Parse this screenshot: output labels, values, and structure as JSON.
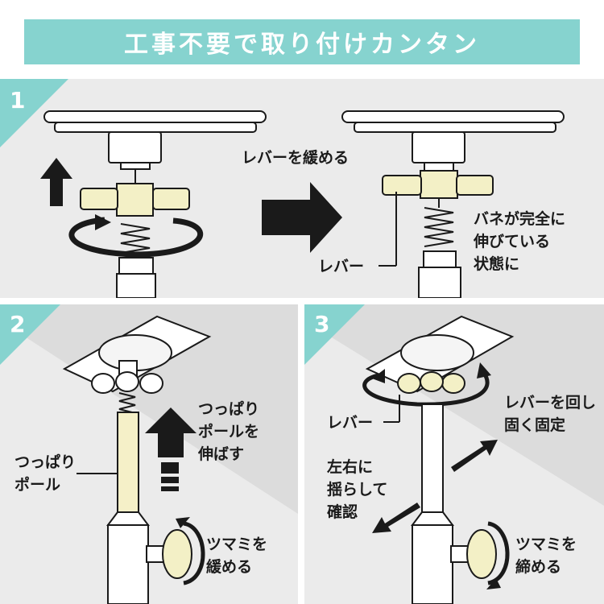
{
  "title": "工事不要で取り付けカンタン",
  "colors": {
    "accent": "#86d3cf",
    "panel_bg": "#ebebeb",
    "pole": "#f5f0c8",
    "knob": "#f3f0c6",
    "ink": "#1a1a1a"
  },
  "steps": [
    {
      "number": "1",
      "labels": {
        "action": "レバーを緩める",
        "lever": "レバー",
        "spring_state": "バネが完全に\n伸びている\n状態に"
      }
    },
    {
      "number": "2",
      "labels": {
        "extend": "つっぱり\nポールを\n伸ばす",
        "pole": "つっぱり\nポール",
        "knob": "ツマミを\n緩める"
      }
    },
    {
      "number": "3",
      "labels": {
        "lever": "レバー",
        "lever_action": "レバーを回し\n固く固定",
        "check": "左右に\n揺らして\n確認",
        "knob": "ツマミを\n締める"
      }
    }
  ]
}
